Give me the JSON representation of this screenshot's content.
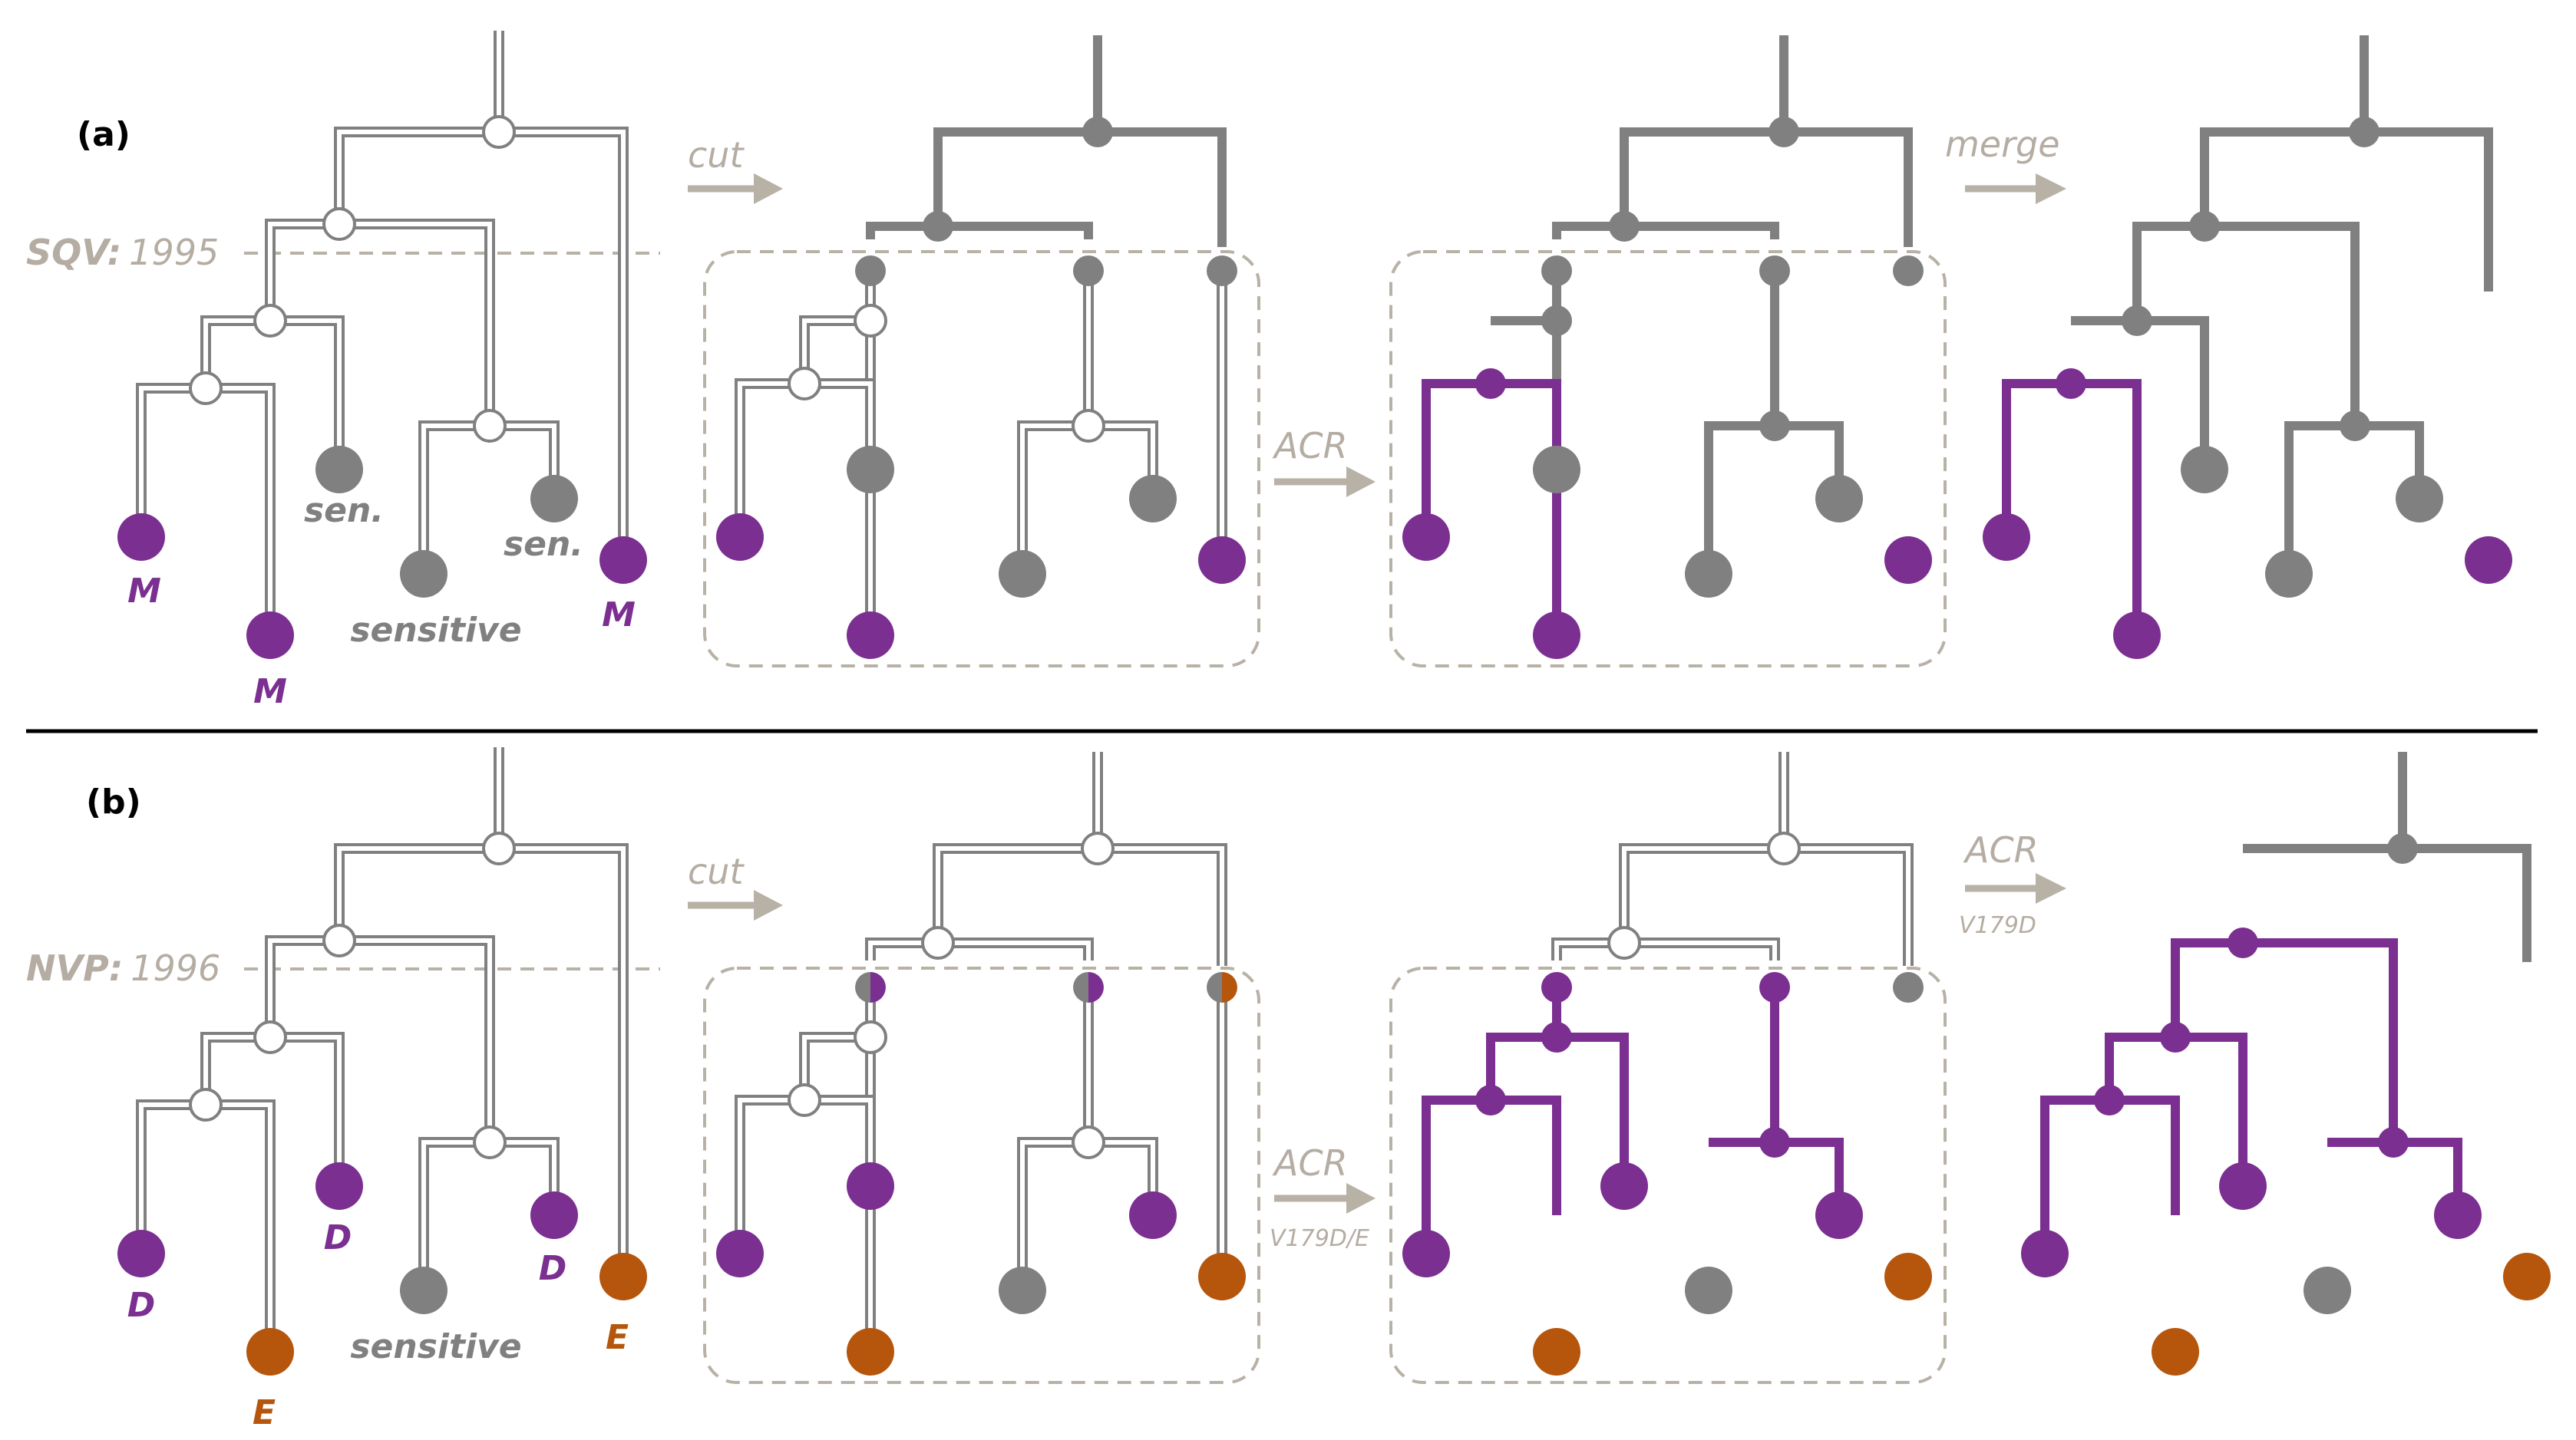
{
  "colors": {
    "gray": "#808080",
    "purple": "#7b2f91",
    "orange": "#b5560c",
    "beige": "#b8b1a6",
    "black": "#000000"
  },
  "panels": [
    {
      "id": "a",
      "label": "(a)",
      "date_drug": "SQV:",
      "date_year": "1995",
      "op_cut": "cut",
      "op_acr": "ACR",
      "op_acr_sub": "",
      "op_final": "merge",
      "op_final_sub": "",
      "leaf_labels": [
        {
          "text": "M",
          "color": "purple"
        },
        {
          "text": "M",
          "color": "purple"
        },
        {
          "text": "sen.",
          "color": "gray"
        },
        {
          "text": "sensitive",
          "color": "gray"
        },
        {
          "text": "sen.",
          "color": "gray"
        },
        {
          "text": "M",
          "color": "purple"
        }
      ]
    },
    {
      "id": "b",
      "label": "(b)",
      "date_drug": "NVP:",
      "date_year": "1996",
      "op_cut": "cut",
      "op_acr": "ACR",
      "op_acr_sub": "V179D/E",
      "op_final": "ACR",
      "op_final_sub": "V179D",
      "leaf_labels": [
        {
          "text": "D",
          "color": "purple"
        },
        {
          "text": "E",
          "color": "orange"
        },
        {
          "text": "D",
          "color": "purple"
        },
        {
          "text": "sensitive",
          "color": "gray"
        },
        {
          "text": "D",
          "color": "purple"
        },
        {
          "text": "E",
          "color": "orange"
        }
      ]
    }
  ]
}
